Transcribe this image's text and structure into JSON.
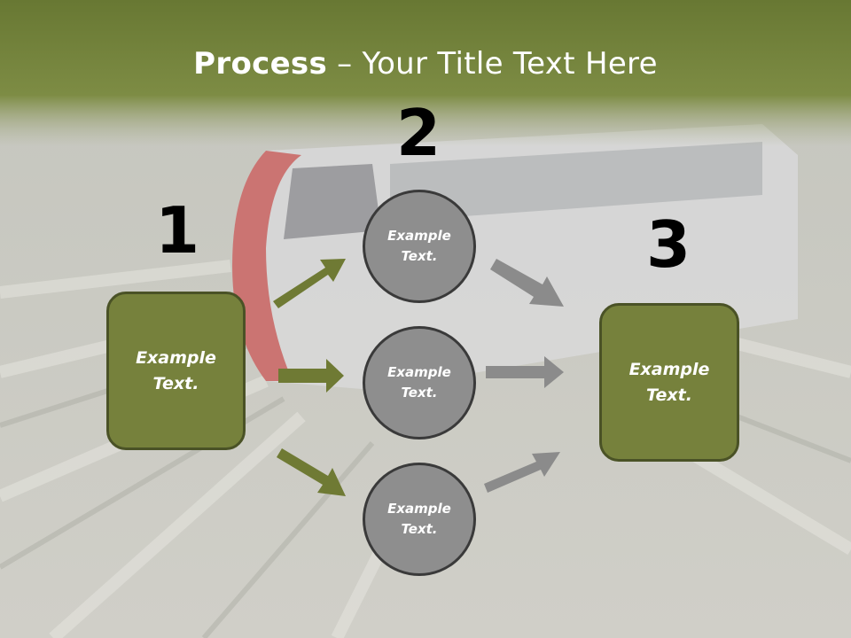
{
  "slide": {
    "title_bold": "Process",
    "title_rest": " – Your Title Text Here",
    "step_numbers": [
      "1",
      "2",
      "3"
    ],
    "left_box": "Example\nText.",
    "right_box": "Example\nText.",
    "circles": [
      "Example\nText.",
      "Example\nText.",
      "Example\nText."
    ]
  },
  "colors": {
    "header_green": "#6f7c3a",
    "box_fill": "#76813c",
    "box_border": "#4a5226",
    "circle_fill": "#8e8e8e",
    "green_arrow": "#6f7a34",
    "grey_arrow": "#8b8b8b"
  },
  "background": "high-speed-train-motion-blur-photo"
}
